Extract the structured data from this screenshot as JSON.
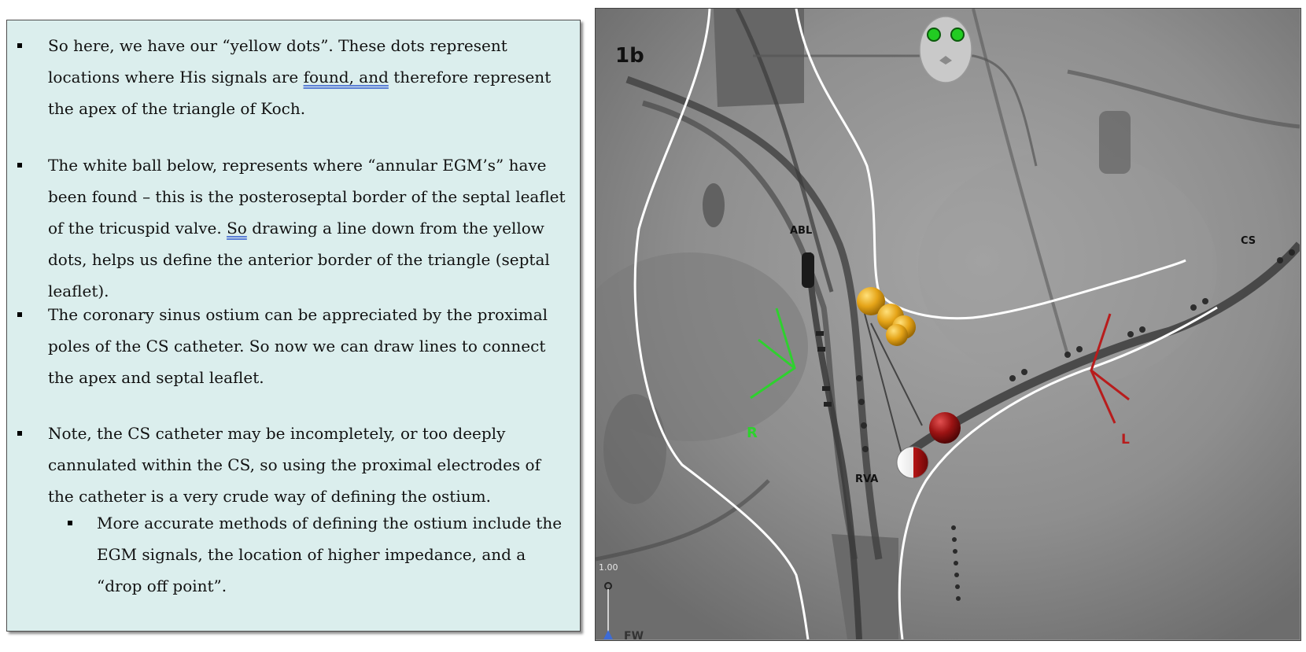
{
  "bullets": [
    {
      "level": 1,
      "parts": [
        {
          "text": "So here, we have our “yellow dots”. These dots represent locations where His signals are "
        },
        {
          "text": "found, and",
          "underline": true
        },
        {
          "text": " therefore represent the apex of the triangle of Koch."
        }
      ]
    },
    {
      "level": 1,
      "parts": [
        {
          "text": "The white ball below, represents where “annular EGM’s” have been found – this is the posteroseptal border of the septal leaflet of the tricuspid valve. "
        },
        {
          "text": "So",
          "underline": true
        },
        {
          "text": " drawing a line down from the yellow dots, helps us define the anterior border of the triangle (septal leaflet)."
        }
      ]
    },
    {
      "level": 1,
      "parts": [
        {
          "text": "The coronary sinus ostium can be appreciated by the proximal poles of the CS catheter. So now we can draw lines to connect the apex and septal leaflet."
        }
      ]
    },
    {
      "level": 1,
      "parts": [
        {
          "text": "Note, the CS catheter may be incompletely, or too deeply cannulated within the CS, so using the proximal electrodes of the catheter is a very crude way of defining the ostium."
        }
      ]
    },
    {
      "level": 2,
      "parts": [
        {
          "text": "More accurate methods of defining the ostium include the EGM signals, the location of higher impedance, and a “drop off point”."
        }
      ]
    }
  ],
  "image": {
    "panel_label": "1b",
    "labels": {
      "abl": "ABL",
      "cs": "CS",
      "rva": "RVA",
      "right": "R",
      "left": "L",
      "scale": "1.00",
      "bottom_cut": "FW"
    },
    "colors": {
      "yellow_dots": "#e5a418",
      "red_ball": "#9b1313",
      "white_ball": "#f4f4f4",
      "right_marker": "#2ed12e",
      "left_marker": "#b81c1c",
      "panel_background": "#dbeeed",
      "fluoro_gray": "#8c8c8c",
      "orientation_eyes": "#22cc22"
    },
    "icons": [
      "orientation-head-icon"
    ]
  }
}
